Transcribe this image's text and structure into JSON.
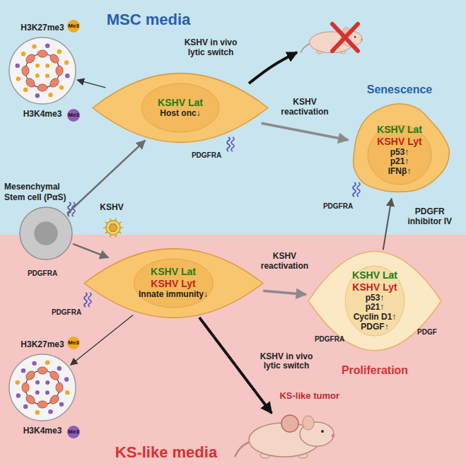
{
  "diagram": {
    "nodes": [
      {
        "text": [
          "MSC media"
        ]
      },
      {
        "text": [
          "H3K27me3",
          "H3K4me3"
        ],
        "in": 0
      },
      {
        "text": [
          "KSHV Lat",
          "Host onc↓"
        ],
        "in": 0
      },
      {
        "text": [
          "Senescence",
          "KSHV Lat",
          "KSHV Lyt",
          "p53↑",
          "p21↑",
          "IFNβ↑"
        ],
        "in": 0
      },
      {
        "text": [
          "Mesenchymal Stem cell (PαS)"
        ]
      },
      {
        "text": [
          "KS-like media"
        ]
      },
      {
        "text": [
          "KSHV Lat",
          "KSHV Lyt",
          "Innate immunity↓"
        ],
        "in": 5
      },
      {
        "text": [
          "H3K27me3",
          "H3K4me3"
        ],
        "in": 5
      },
      {
        "text": [
          "KSHV Lat",
          "KSHV Lyt",
          "p53↑",
          "p21↑",
          "Cyclin D1↑",
          "PDGF↑",
          "Proliferation"
        ],
        "in": 5
      },
      {
        "text": [
          "KS-like tumor"
        ],
        "in": 5
      }
    ],
    "edges": [
      {
        "from": 4,
        "to": 2,
        "arrow": "to"
      },
      {
        "from": 4,
        "to": 6,
        "arrow": "to"
      },
      {
        "from": 2,
        "to": 1,
        "arrow": "to"
      },
      {
        "from": 6,
        "to": 7,
        "arrow": "to"
      },
      {
        "from": 2,
        "to": 3,
        "label": "KSHV reactivation",
        "arrow": "to"
      },
      {
        "from": 6,
        "to": 8,
        "label": "KSHV reactivation",
        "arrow": "to"
      },
      {
        "from": 8,
        "to": 3,
        "label": "PDGFR inhibitor IV",
        "arrow": "to"
      },
      {
        "from": 6,
        "to": 9,
        "label": "KSHV in vivo lytic switch",
        "arrow": "to"
      }
    ],
    "labels": [
      "Me3",
      "Me3",
      "KSHV in vivo lytic switch",
      "PDGFRA",
      "PDGFRA",
      "KSHV",
      "PDGFRA",
      "Me3",
      "Me3",
      "PDGFRA",
      "PDGFRA",
      "PDGF"
    ]
  }
}
